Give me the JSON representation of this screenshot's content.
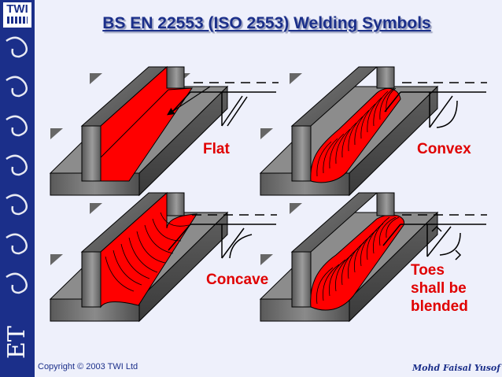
{
  "branding": {
    "logo_text": "TWI",
    "vertical_text": "ET"
  },
  "title": "BS EN 22553 (ISO 2553) Welding Symbols",
  "panels": [
    {
      "id": "flat",
      "label": "Flat"
    },
    {
      "id": "convex",
      "label": "Convex"
    },
    {
      "id": "concave",
      "label": "Concave"
    },
    {
      "id": "toes",
      "label_lines": [
        "Toes",
        "shall be",
        "blended"
      ]
    }
  ],
  "footer": {
    "copyright": "Copyright © 2003 TWI Ltd",
    "author": "Mohd Faisal Yusof"
  },
  "colors": {
    "title": "#1b2f8a",
    "label": "#e00000",
    "weld": "#ff0000",
    "stripe": "#1b2f8a",
    "background": "#eef0fb"
  }
}
